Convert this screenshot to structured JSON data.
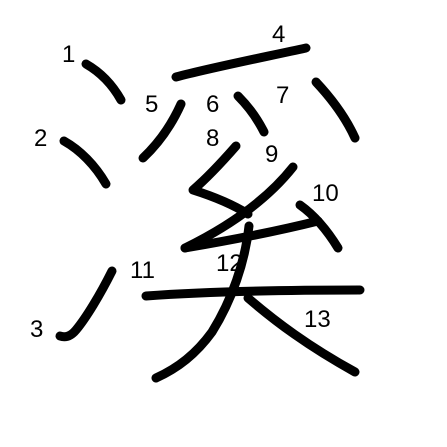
{
  "character": "溪",
  "stroke_numbers": [
    "1",
    "2",
    "3",
    "4",
    "5",
    "6",
    "7",
    "8",
    "9",
    "10",
    "11",
    "12",
    "13"
  ],
  "colors": {
    "background": "#ffffff",
    "ink": "#000000"
  }
}
